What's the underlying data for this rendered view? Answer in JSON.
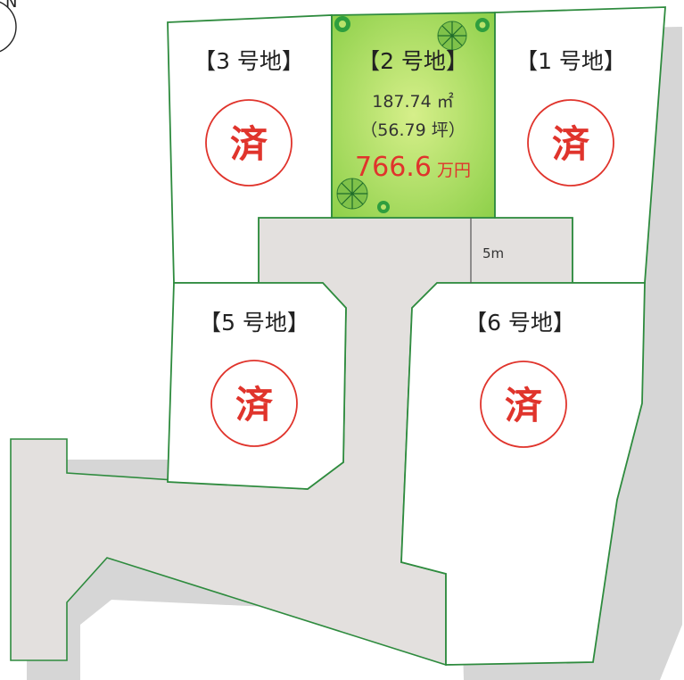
{
  "north_label": "N",
  "road": {
    "width_label": "5m"
  },
  "lots": [
    {
      "id": "lot-1",
      "label": "【1 号地】",
      "status_mark": "済",
      "status": "sold"
    },
    {
      "id": "lot-2",
      "label": "【2 号地】",
      "status": "available",
      "area_m2": "187.74 ㎡",
      "area_tsubo": "（56.79 坪）",
      "price": "766.6",
      "price_unit": "万円"
    },
    {
      "id": "lot-3",
      "label": "【3 号地】",
      "status_mark": "済",
      "status": "sold"
    },
    {
      "id": "lot-5",
      "label": "【5 号地】",
      "status_mark": "済",
      "status": "sold"
    },
    {
      "id": "lot-6",
      "label": "【6 号地】",
      "status_mark": "済",
      "status": "sold"
    }
  ],
  "colors": {
    "boundary": "#2e8b3e",
    "road": "#e3e0de",
    "shadow": "#d6d6d6",
    "available_lot": "#a6d96a",
    "sold_mark": "#e0342c"
  }
}
